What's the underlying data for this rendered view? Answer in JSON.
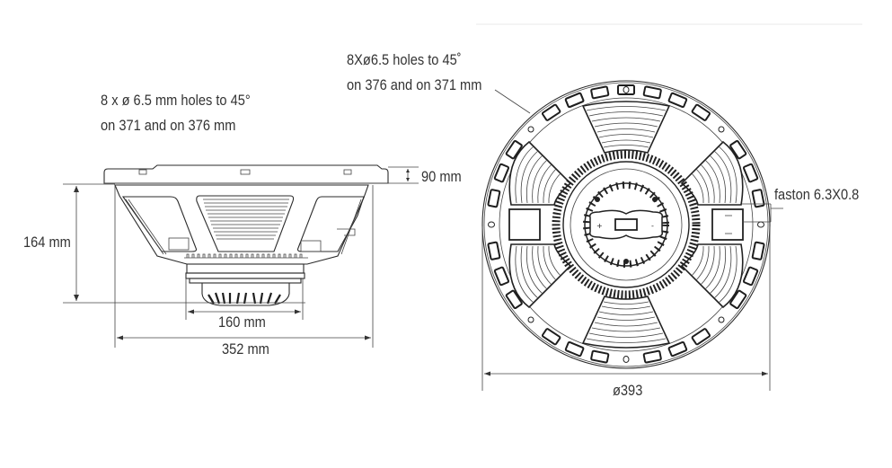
{
  "figure": {
    "title": "Speaker dimensional drawing",
    "views": [
      "side-view",
      "front-view"
    ],
    "line_color": "#2b2b2b",
    "background": "#ffffff"
  },
  "side_view": {
    "holes_note_line1": "8 x ø 6.5 mm holes to 45°",
    "holes_note_line2": "on 371 and on 376 mm",
    "mount_depth": "90 mm",
    "total_depth": "164 mm",
    "magnet_diameter": "160 mm",
    "cutout_diameter": "352 mm"
  },
  "front_view": {
    "holes_note_line1": "8Xø6.5 holes to 45˚",
    "holes_note_line2": "on 376 and on 371 mm",
    "connector_label": "faston 6.3X0.8",
    "outer_diameter": "ø393"
  }
}
